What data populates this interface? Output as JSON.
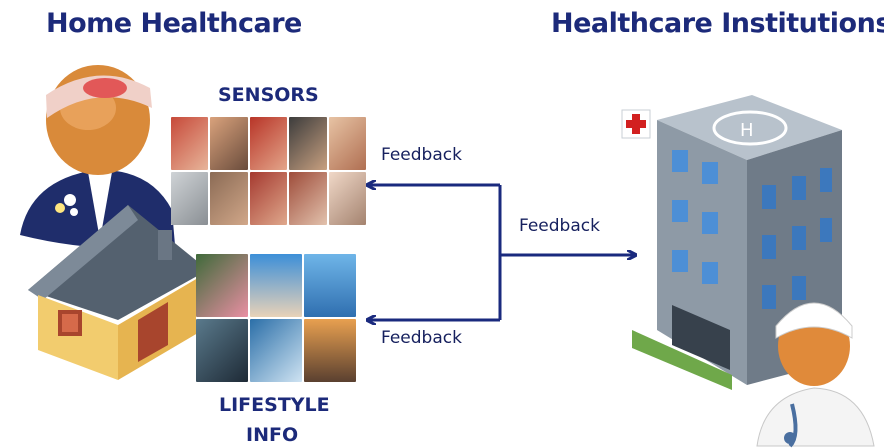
{
  "titles": {
    "home": "Home Healthcare",
    "institutions": "Healthcare Institutions"
  },
  "labels": {
    "sensors": "SENSORS",
    "lifestyle_line1": "LIFESTYLE",
    "lifestyle_line2": "INFO"
  },
  "feedback": {
    "sensors_arrow": "Feedback",
    "institution_arrow": "Feedback",
    "lifestyle_arrow": "Feedback"
  },
  "colors": {
    "title": "#1c2a7a",
    "arrow": "#1a2a7e",
    "building": "#8e9aa6",
    "window": "#4d8fd6"
  }
}
